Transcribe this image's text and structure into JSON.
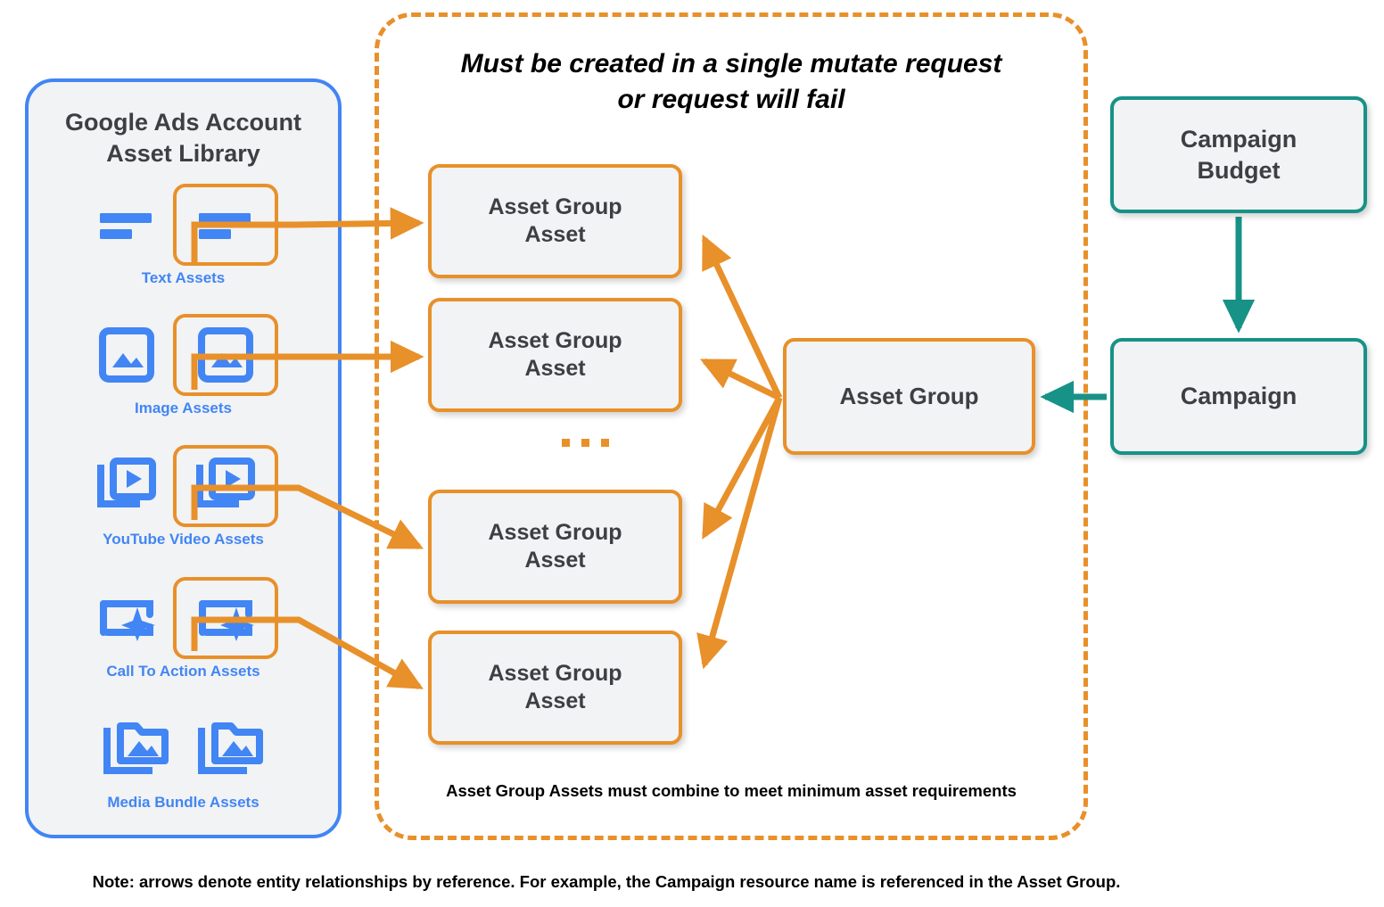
{
  "diagram": {
    "bottom_note": "Note: arrows denote entity relationships by reference. For example, the Campaign resource name is referenced in the Asset Group."
  },
  "asset_library": {
    "title": "Google Ads Account\nAsset Library",
    "border_color": "#4285f4",
    "items": [
      {
        "label": "Text Assets",
        "icon": "text-asset-icon",
        "highlighted": true
      },
      {
        "label": "Image Assets",
        "icon": "image-asset-icon",
        "highlighted": true
      },
      {
        "label": "YouTube Video  Assets",
        "icon": "video-asset-icon",
        "highlighted": true
      },
      {
        "label": "Call To Action Assets",
        "icon": "call-to-action-icon",
        "highlighted": true
      },
      {
        "label": "Media Bundle  Assets",
        "icon": "media-bundle-icon",
        "highlighted": false
      }
    ]
  },
  "mutate_panel": {
    "title": "Must be created in a single mutate request\nor request will fail",
    "footnote": "Asset Group Assets must combine to meet minimum asset requirements",
    "border_color": "#e8902a",
    "asset_group_assets": [
      {
        "label": "Asset Group\nAsset"
      },
      {
        "label": "Asset Group\nAsset"
      },
      {
        "label": "Asset Group\nAsset"
      },
      {
        "label": "Asset Group\nAsset"
      }
    ],
    "ellipsis": "..."
  },
  "nodes": {
    "asset_group": {
      "label": "Asset Group",
      "color": "#e8902a"
    },
    "campaign_budget": {
      "label": "Campaign\nBudget",
      "color": "#179287"
    },
    "campaign": {
      "label": "Campaign",
      "color": "#179287"
    }
  },
  "colors": {
    "orange": "#e8902a",
    "teal": "#179287",
    "blue": "#4285f4",
    "node_fill": "#f1f3f4",
    "text_dark": "#3c4043"
  }
}
